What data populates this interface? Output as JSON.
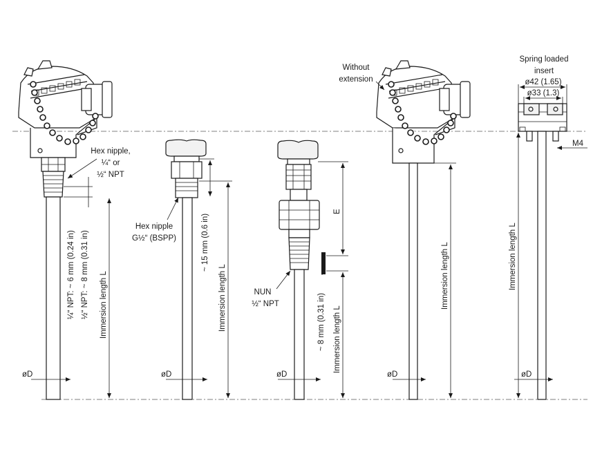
{
  "labels": {
    "hex_nipple_npt": [
      "Hex nipple,",
      "¼“ or",
      "½“ NPT"
    ],
    "npt_14": "¼“ NPT: ~ 6 mm (0.24 in)",
    "npt_12": "½“ NPT: ~ 8 mm (0.31 in)",
    "immersion": "Immersion length L",
    "diameter": "øD",
    "hex_nipple_g": [
      "Hex nipple",
      "G½“ (BSPP)"
    ],
    "mm15": "~ 15 mm (0.6 in)",
    "e": "E",
    "nun": [
      "NUN",
      "½“ NPT"
    ],
    "mm8": "~ 8 mm (0.31 in)",
    "without_extension": [
      "Without",
      "extension"
    ],
    "spring_loaded": [
      "Spring loaded",
      "insert"
    ],
    "d42": "ø42 (1.65)",
    "d33": "ø33 (1.3)",
    "m4": "M4"
  }
}
